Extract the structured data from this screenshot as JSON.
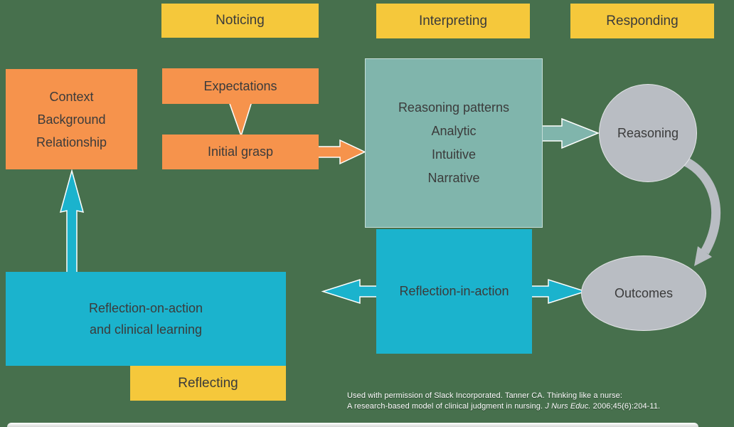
{
  "colors": {
    "bg": "#47704D",
    "orange": "#F6934C",
    "yellow": "#F5C83B",
    "teal": "#80B5AC",
    "cyan": "#1BB3CD",
    "gray": "#B9BDC3",
    "text": "#3B3B3B",
    "citation": "#FFFFFF"
  },
  "header": {
    "noticing": "Noticing",
    "interpreting": "Interpreting",
    "responding": "Responding"
  },
  "boxes": {
    "context": {
      "lines": [
        "Context",
        "Background",
        "Relationship"
      ]
    },
    "expectations": {
      "label": "Expectations"
    },
    "initial_grasp": {
      "label": "Initial grasp"
    },
    "reasoning_patterns": {
      "lines": [
        "Reasoning patterns",
        "Analytic",
        "Intuitive",
        "Narrative"
      ]
    },
    "reflection_in_action": {
      "label": "Reflection-in-action"
    },
    "reflection_on_action": {
      "lines": [
        "Reflection-on-action",
        "and clinical learning"
      ]
    },
    "reflecting": {
      "label": "Reflecting"
    }
  },
  "nodes": {
    "reasoning": {
      "label": "Reasoning"
    },
    "outcomes": {
      "label": "Outcomes"
    }
  },
  "icons": [
    "funnel-arrow-icon",
    "right-arrow-orange-icon",
    "right-arrow-teal-icon",
    "curved-arrow-gray-icon",
    "left-arrow-cyan-icon",
    "right-arrow-cyan-icon",
    "up-arrow-cyan-icon"
  ],
  "citation": {
    "line1": "Used with permission of Slack Incorporated. Tanner CA. Thinking like a nurse:",
    "line2_prefix": "A research-based model of clinical judgment in nursing. ",
    "line2_journal": "J Nurs Educ.",
    "line2_suffix": " 2006;45(6):204-11."
  }
}
